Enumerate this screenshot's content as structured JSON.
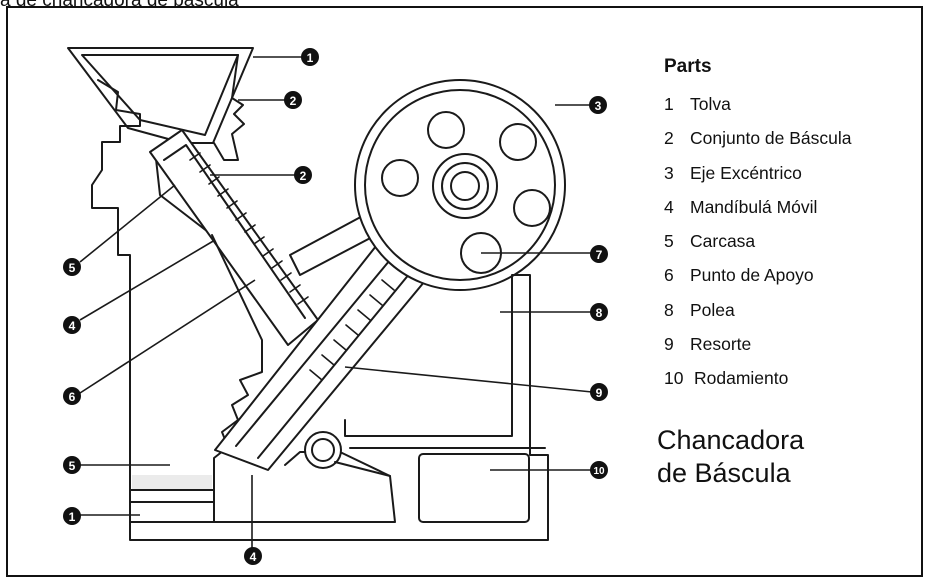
{
  "header": {
    "cut_title": "a de chancadora de báscula"
  },
  "legend": {
    "title": "Parts",
    "items": [
      {
        "num": "1",
        "label": "Tolva"
      },
      {
        "num": "2",
        "label": "Conjunto de Báscula"
      },
      {
        "num": "3",
        "label": "Eje Excéntrico"
      },
      {
        "num": "4",
        "label": "Mandíbulá Móvil"
      },
      {
        "num": "5",
        "label": "Carcasa"
      },
      {
        "num": "6",
        "label": "Punto de Apoyo"
      },
      {
        "num": "8",
        "label": "Polea"
      },
      {
        "num": "9",
        "label": "Resorte"
      },
      {
        "num": "10",
        "label": "Rodamiento"
      }
    ]
  },
  "diagram_title": {
    "line1": "Chancadora",
    "line2": "de Báscula"
  },
  "markers": [
    {
      "id": "m1-top",
      "num": "1"
    },
    {
      "id": "m2-top",
      "num": "2"
    },
    {
      "id": "m2-mid",
      "num": "2"
    },
    {
      "id": "m3",
      "num": "3"
    },
    {
      "id": "m5-left",
      "num": "5"
    },
    {
      "id": "m4-left",
      "num": "4"
    },
    {
      "id": "m6",
      "num": "6"
    },
    {
      "id": "m5-bottom",
      "num": "5"
    },
    {
      "id": "m1-bottom",
      "num": "1"
    },
    {
      "id": "m4-bottom",
      "num": "4"
    },
    {
      "id": "m7",
      "num": "7"
    },
    {
      "id": "m8",
      "num": "8"
    },
    {
      "id": "m9",
      "num": "9"
    },
    {
      "id": "m10",
      "num": "10"
    }
  ],
  "colors": {
    "line": "#1a1a1a",
    "fill": "#ffffff",
    "shade": "#ebebeb"
  }
}
